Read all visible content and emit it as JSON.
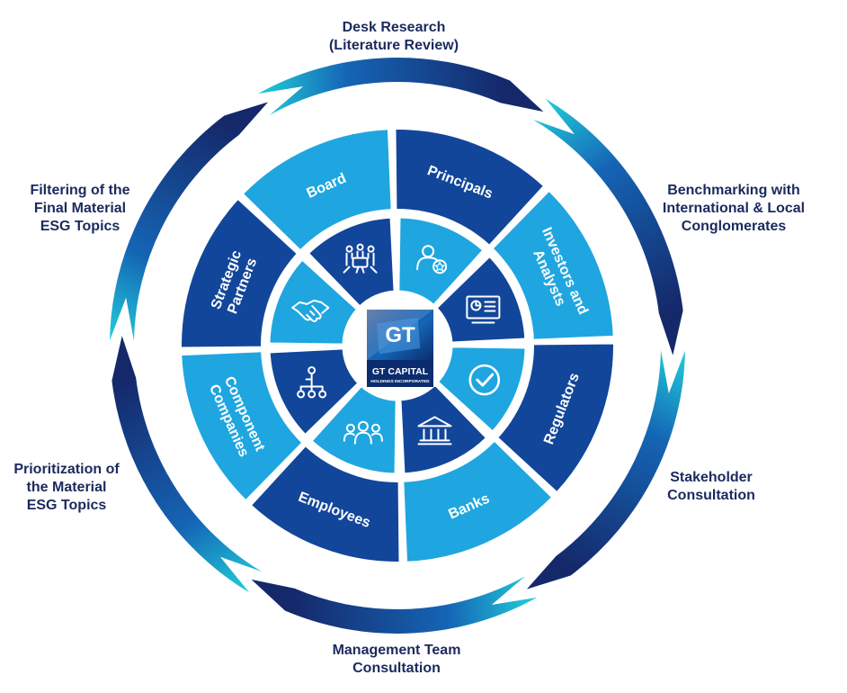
{
  "process_steps": [
    {
      "id": "desk-research",
      "lines": [
        "Desk Research",
        "(Literature Review)"
      ]
    },
    {
      "id": "benchmarking",
      "lines": [
        "Benchmarking with",
        "International & Local",
        "Conglomerates"
      ]
    },
    {
      "id": "stakeholder-consultation",
      "lines": [
        "Stakeholder",
        "Consultation"
      ]
    },
    {
      "id": "management-team-consultation",
      "lines": [
        "Management Team",
        "Consultation"
      ]
    },
    {
      "id": "prioritization",
      "lines": [
        "Prioritization of",
        "the Material",
        "ESG Topics"
      ]
    },
    {
      "id": "filtering",
      "lines": [
        "Filtering of the",
        "Final Material",
        "ESG Topics"
      ]
    }
  ],
  "stakeholders": [
    {
      "id": "principals",
      "lines": [
        "Principals"
      ],
      "icon": "person-star-icon"
    },
    {
      "id": "investors",
      "lines": [
        "Investors and",
        "Analysts"
      ],
      "icon": "presentation-board-icon"
    },
    {
      "id": "regulators",
      "lines": [
        "Regulators"
      ],
      "icon": "check-circle-icon"
    },
    {
      "id": "banks",
      "lines": [
        "Banks"
      ],
      "icon": "bank-building-icon"
    },
    {
      "id": "employees",
      "lines": [
        "Employees"
      ],
      "icon": "people-group-icon"
    },
    {
      "id": "component-companies",
      "lines": [
        "Component",
        "Companies"
      ],
      "icon": "org-chart-icon"
    },
    {
      "id": "strategic-partners",
      "lines": [
        "Strategic",
        "Partners"
      ],
      "icon": "handshake-icon"
    },
    {
      "id": "board",
      "lines": [
        "Board"
      ],
      "icon": "meeting-table-icon"
    }
  ],
  "logo": {
    "mark": "GT",
    "name": "GT CAPITAL",
    "tagline": "HOLDINGS INCORPORATED"
  },
  "colors": {
    "dark_navy": "#1b2a5e",
    "deep_blue": "#0d4d9a",
    "medium_blue": "#1976c2",
    "light_blue": "#1fa6e0",
    "teal": "#1ec6d8"
  }
}
